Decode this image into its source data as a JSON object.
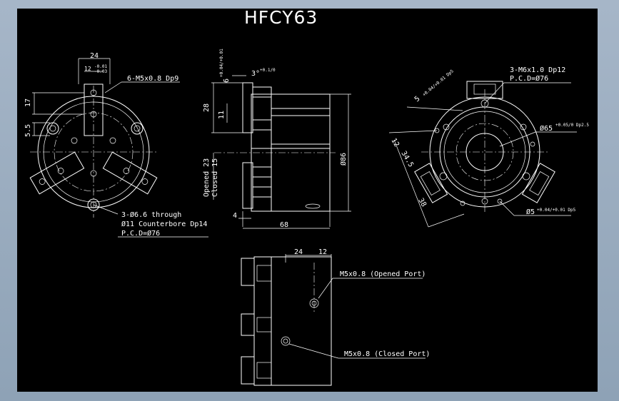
{
  "title": "HFCY63",
  "front_view": {
    "dim_24": "24",
    "dim_12": "12",
    "dim_12_tol_upper": "-0.01",
    "dim_12_tol_lower": "-0.03",
    "thread_note": "6-M5x0.8 Dp9",
    "dim_17": "17",
    "dim_5_5": "5.5",
    "hole_note_1": "3-Ø6.6 through",
    "hole_note_2": "Ø11 Counterbore Dp14",
    "hole_note_3": "P.C.D=Ø76"
  },
  "side_view": {
    "dim_3": "3°",
    "dim_3_tol": "+0.1/0",
    "dim_6": "6",
    "dim_6_tol": "+0.04/+0.01",
    "dim_28": "28",
    "dim_11": "11",
    "dim_opened": "Opened 23",
    "dim_closed": "Closed 15",
    "dim_86": "Ø86",
    "dim_4": "4",
    "dim_68": "68"
  },
  "rear_view": {
    "thread_note_1": "3-M6x1.0 Dp12",
    "thread_note_2": "P.C.D=Ø76",
    "dim_5_dp5": "5",
    "dim_5_dp5_tol": "+0.04/+0.01 Dp5",
    "dim_65": "Ø65",
    "dim_65_tol": "+0.05/0 Dp2.5",
    "dim_12": "12",
    "dim_34_5": "34.5",
    "dim_38": "38",
    "dim_5_bottom": "Ø5",
    "dim_5_bottom_tol": "+0.04/+0.01 Dp5"
  },
  "bottom_view": {
    "dim_24": "24",
    "dim_12": "12",
    "port_open": "M5x0.8 (Opened Port)",
    "port_closed": "M5x0.8 (Closed Port)"
  }
}
